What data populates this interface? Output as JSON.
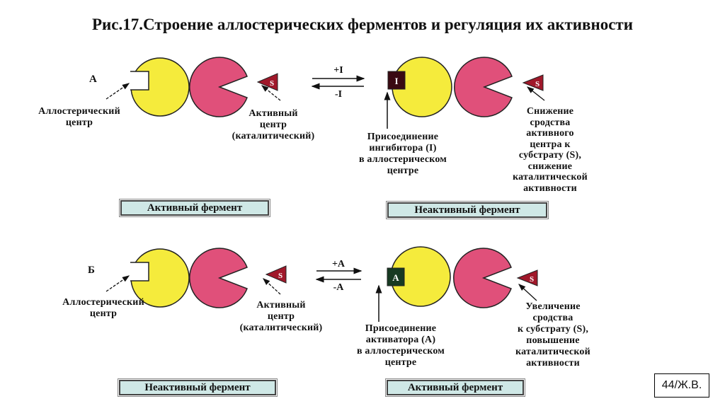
{
  "title": "Рис.17.Строение аллостерических ферментов и регуляция их активности",
  "colors": {
    "allosteric_subunit": "#f5eb3c",
    "catalytic_subunit": "#e0507a",
    "substrate": "#a0182a",
    "inhibitor": "#3a0a12",
    "activator": "#173a22",
    "state_box": "#cfe8e6"
  },
  "panel_a": {
    "letter": "А",
    "forward": "+I",
    "reverse": "-I",
    "inhibitor_label": "I",
    "substrate_label": "S",
    "allosteric_center": [
      "Аллостерический",
      "центр"
    ],
    "active_center": [
      "Активный",
      "центр",
      "(каталитический)"
    ],
    "binding": [
      "Присоединение",
      "ингибитора (I)",
      "в аллостерическом",
      "центре"
    ],
    "effect": [
      "Снижение",
      "сродства",
      "активного",
      "центра к",
      "субстрату (S),",
      "снижение",
      "каталитической",
      "активности"
    ],
    "left_state": "Активный фермент",
    "right_state": "Неактивный фермент"
  },
  "panel_b": {
    "letter": "Б",
    "forward": "+A",
    "reverse": "-A",
    "activator_label": "A",
    "substrate_label": "S",
    "allosteric_center": [
      "Аллостерический",
      "центр"
    ],
    "active_center": [
      "Активный",
      "центр",
      "(каталитический)"
    ],
    "binding": [
      "Присоединение",
      "активатора (A)",
      "в аллостерическом",
      "центре"
    ],
    "effect": [
      "Увеличение",
      "сродства",
      "к субстрату (S),",
      "повышение",
      "каталитической",
      "активности"
    ],
    "left_state": "Неактивный фермент",
    "right_state": "Активный фермент"
  },
  "reference": "44/Ж.В."
}
